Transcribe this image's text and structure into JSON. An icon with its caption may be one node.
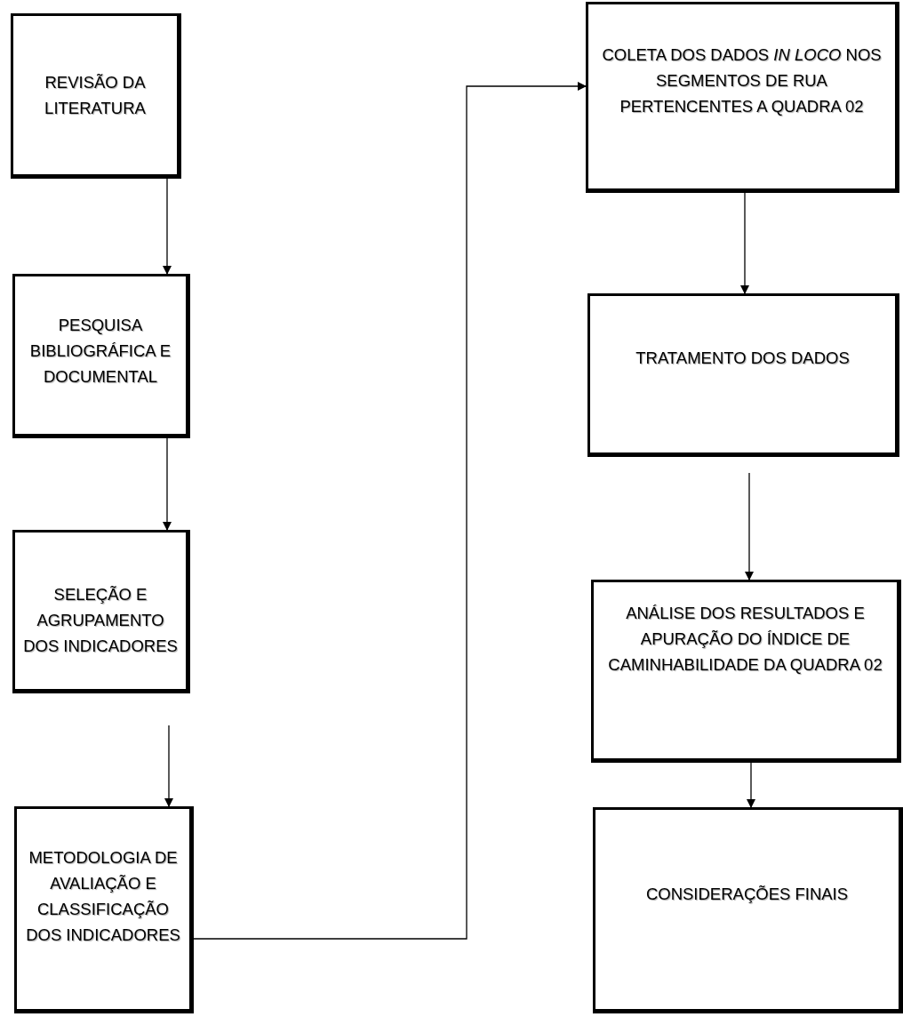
{
  "diagram": {
    "nodes": [
      {
        "text": [
          "REVISÃO DA LITERATURA"
        ]
      },
      {
        "text": [
          "PESQUISA BIBLIOGRÁFICA E DOCUMENTAL"
        ]
      },
      {
        "text": [
          "SELEÇÃO E AGRUPAMENTO DOS INDICADORES"
        ]
      },
      {
        "text": [
          "METODOLOGIA DE AVALIAÇÃO E CLASSIFICAÇÃO DOS INDICADORES"
        ]
      },
      {
        "text": [
          "COLETA DOS DADOS *IN LOCO* NOS SEGMENTOS DE RUA PERTENCENTES A QUADRA 02"
        ]
      },
      {
        "text": [
          "TRATAMENTO DOS DADOS"
        ]
      },
      {
        "text": [
          "ANÁLISE DOS RESULTADOS E APURAÇÃO DO ÍNDICE DE CAMINHABILIDADE DA QUADRA 02"
        ]
      },
      {
        "text": [
          "CONSIDERAÇÕES FINAIS"
        ]
      }
    ],
    "edges": [
      {
        "from": 0,
        "to": 1,
        "arrow": "to"
      },
      {
        "from": 1,
        "to": 2,
        "arrow": "to"
      },
      {
        "from": 2,
        "to": 3,
        "arrow": "to"
      },
      {
        "from": 3,
        "to": 4,
        "arrow": "to"
      },
      {
        "from": 4,
        "to": 5,
        "arrow": "to"
      },
      {
        "from": 5,
        "to": 6,
        "arrow": "to"
      },
      {
        "from": 6,
        "to": 7,
        "arrow": "to"
      }
    ]
  }
}
